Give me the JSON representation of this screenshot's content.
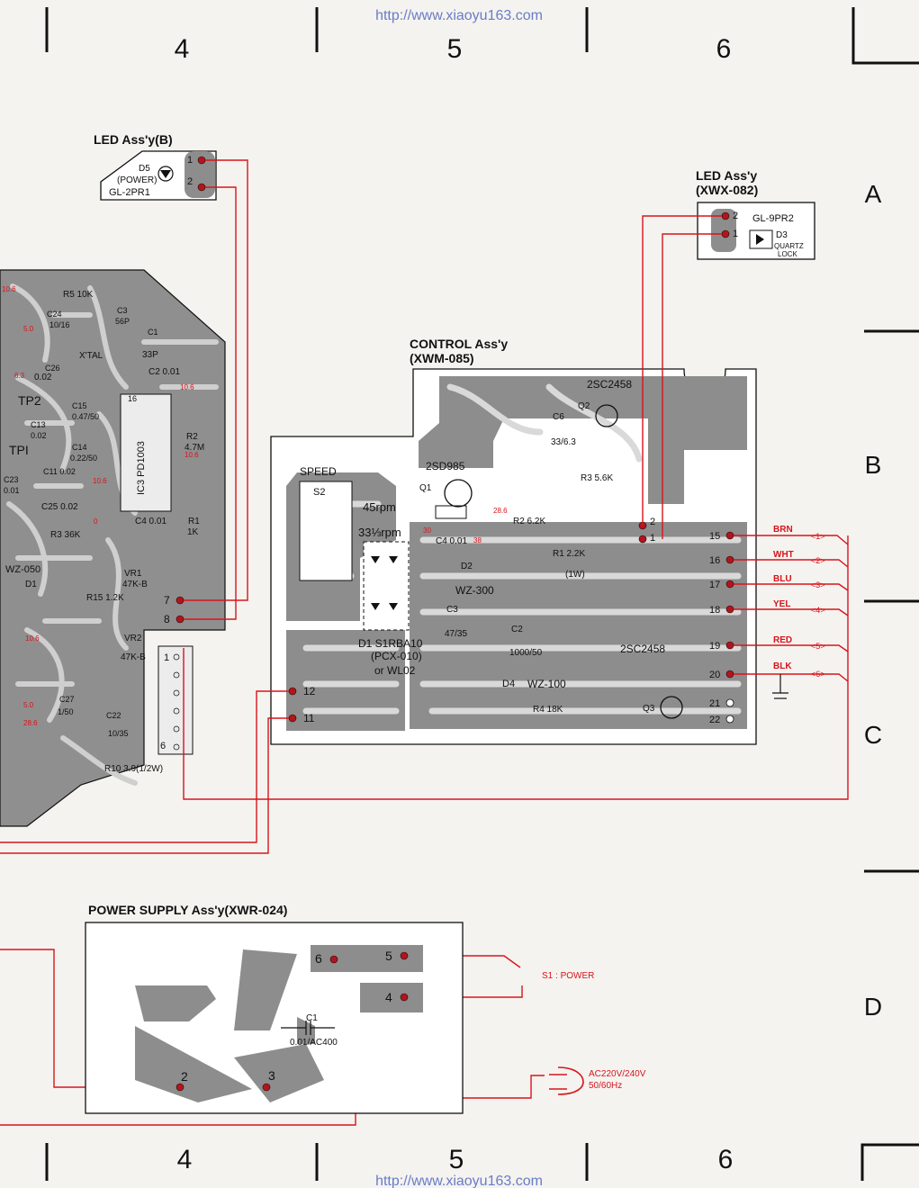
{
  "header": {
    "url_top": "http://www.xiaoyu163.com",
    "url_bottom": "http://www.xiaoyu163.com",
    "columns": [
      "4",
      "5",
      "6"
    ],
    "rows": [
      "A",
      "B",
      "C",
      "D"
    ]
  },
  "led_b": {
    "title": "LED Ass'y(B)",
    "part": "D5",
    "function": "(POWER)",
    "type": "GL-2PR1",
    "pins": [
      "1",
      "2"
    ]
  },
  "led_main": {
    "title": "LED Ass'y",
    "code": "(XWX-082)",
    "part": "GL-9PR2",
    "ref": "D3",
    "note_1": "QUARTZ",
    "note_2": "LOCK",
    "pins": [
      "2",
      "1"
    ]
  },
  "control": {
    "title": "CONTROL Ass'y",
    "code": "(XWM-085)",
    "speed_label": "SPEED",
    "switch": "S2",
    "rpm_45": "45rpm",
    "rpm_33": "33⅓rpm",
    "q2": "2SC2458",
    "q2_ref": "Q2",
    "q1": "2SD985",
    "q1_ref": "Q1",
    "q3": "2SC2458",
    "q3_ref": "Q3",
    "c6": "C6",
    "c6_val": "33/6.3",
    "r3": "R3 5.6K",
    "r2": "R2 6.2K",
    "r1": "R1 2.2K",
    "r1_w": "(1W)",
    "c4": "C4 0.01",
    "d2": "D2",
    "d2_val": "WZ-300",
    "c3": "C3",
    "c3_val": "47/35",
    "c2": "C2",
    "c2_val": "1000/50",
    "d1": "D1 S1RBA10",
    "d1_code": "(PCX-010)",
    "d1_alt": "or WL02",
    "d4": "D4",
    "d4_val": "WZ-100",
    "r4": "R4 18K",
    "v30": "30",
    "v28": "28.6",
    "v38": "38",
    "terminals": [
      "2",
      "1",
      "15",
      "16",
      "17",
      "18",
      "19",
      "20",
      "21",
      "22",
      "12",
      "11",
      "7",
      "8"
    ]
  },
  "wire_colors": [
    {
      "name": "BRN",
      "num": "<1>"
    },
    {
      "name": "WHT",
      "num": "<2>"
    },
    {
      "name": "BLU",
      "num": "<3>"
    },
    {
      "name": "YEL",
      "num": "<4>"
    },
    {
      "name": "RED",
      "num": "<5>"
    },
    {
      "name": "BLK",
      "num": "<6>"
    }
  ],
  "left_board": {
    "r5": "R5 10K",
    "c24": "C24",
    "c24_val": "10/16",
    "c3": "C3",
    "c3_val": "56P",
    "xtal": "X'TAL",
    "c1": "C1",
    "c1_val": "33P",
    "c26": "C26",
    "c2": "C2 0.01",
    "tp2": "TP2",
    "c15": "C15",
    "c15_val": "0.47/50",
    "c13": "C13",
    "c13_val": "0.02",
    "ic3": "IC3 PD1003",
    "r2": "R2",
    "r2_val": "4.7M",
    "tp1": "TPI",
    "c14": "C14",
    "c14_val": "0.22/50",
    "c11": "C11 0.02",
    "c23": "C23",
    "c23_val": "0.01",
    "c25": "C25 0.02",
    "c4": "C4 0.01",
    "r1": "R1",
    "r1_val": "1K",
    "r3": "R3 36K",
    "wz050": "WZ-050",
    "d1": "D1",
    "vr1": "VR1",
    "vr1_val": "47K-B",
    "r15": "R15 1.2K",
    "vr2": "VR2",
    "vr2_val": "47K-B",
    "c27": "C27",
    "c27_val": "1/50",
    "c22": "C22",
    "c22_val": "10/35",
    "r10": "R10 3.9(1/2W)",
    "c02": "0.02",
    "conn_1": "1",
    "conn_6": "6",
    "pin16": "16",
    "v106a": "10.6",
    "v50a": "5.0",
    "v63": "6.3",
    "v106b": "10.6",
    "v106c": "10.6",
    "v106d": "10.6",
    "v106e": "10.6",
    "v50b": "5.0",
    "v286": "28.6",
    "v_o": "0"
  },
  "power": {
    "title": "POWER SUPPLY Ass'y(XWR-024)",
    "c1": "C1",
    "c1_val": "0.01/AC400",
    "s1": "S1 : POWER",
    "ac_1": "AC220V/240V",
    "ac_2": "50/60Hz",
    "pins": [
      "6",
      "5",
      "4",
      "2",
      "3"
    ]
  }
}
